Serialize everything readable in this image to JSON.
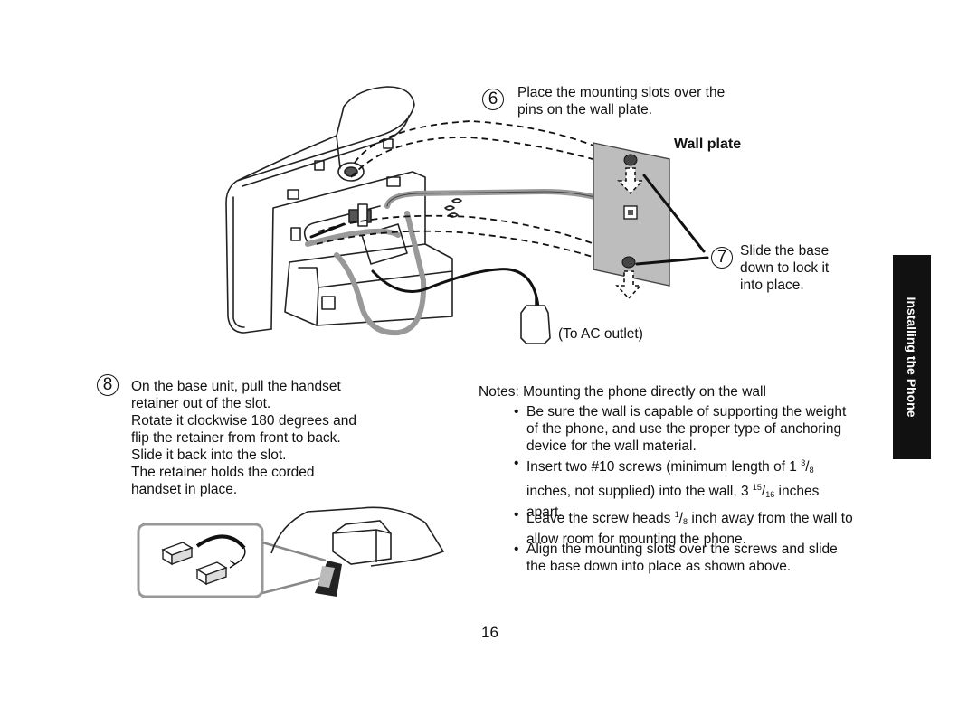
{
  "step6": {
    "number": "6",
    "line1": "Place the mounting slots over the",
    "line2": "pins on the wall plate."
  },
  "wall_plate_label": "Wall plate",
  "step7": {
    "number": "7",
    "line1": "Slide the base",
    "line2": "down to lock it",
    "line3": "into place."
  },
  "ac_outlet_label": "(To AC outlet)",
  "side_tab": "Installing the Phone",
  "step8": {
    "number": "8",
    "lines": [
      "On the base unit, pull the handset",
      "retainer out of the slot.",
      "Rotate it clockwise 180 degrees and",
      "flip the retainer from front to back.",
      "Slide it back into the slot.",
      "The retainer holds the corded",
      "handset in place."
    ]
  },
  "notes": {
    "heading": "Notes: Mounting the phone directly on the wall",
    "bullet_symbol": "•",
    "b1": {
      "l1": "Be sure the wall is capable of supporting the weight",
      "l2": "of the phone, and use the proper type of anchoring",
      "l3": "device for the wall material."
    },
    "b2": {
      "l1a": "Insert two #10 screws (minimum length of 1 ",
      "n1": "3",
      "d1": "8",
      "l2a": "inches, not supplied) into the wall, 3 ",
      "n2": "15",
      "d2": "16",
      "l2b": " inches",
      "l3": "apart."
    },
    "b3": {
      "l1a": "Leave the screw heads ",
      "n": "1",
      "d": "8",
      "l1b": " inch away from the wall to",
      "l2": "allow room for mounting the phone."
    },
    "b4": {
      "l1": "Align the mounting slots over the screws and slide",
      "l2": "the base down into place as shown above."
    }
  },
  "page_number": "16"
}
